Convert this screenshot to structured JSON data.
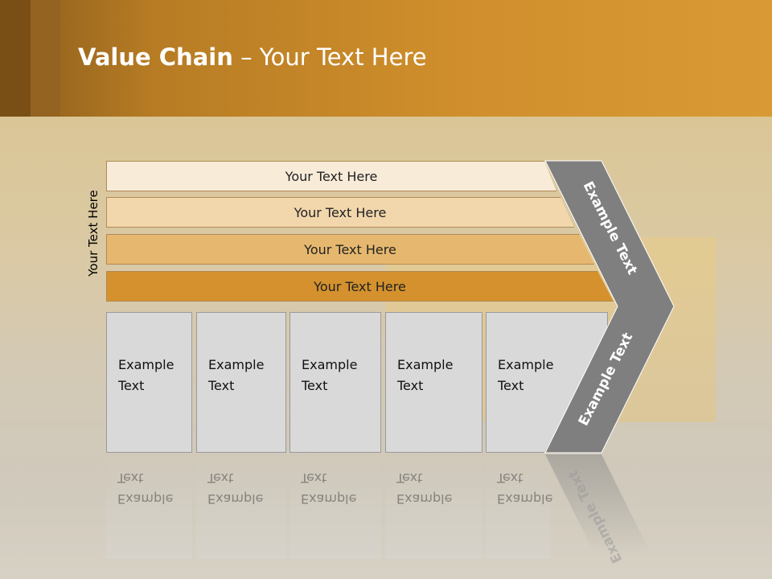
{
  "title": {
    "bold": "Value Chain",
    "rest": " – Your Text Here"
  },
  "vertical_label": "Your Text Here",
  "bars": [
    {
      "label": "Your Text Here",
      "color": "#f8ecd9"
    },
    {
      "label": "Your Text Here",
      "color": "#f2d7ac"
    },
    {
      "label": "Your Text Here",
      "color": "#e6b86f"
    },
    {
      "label": "Your Text Here",
      "color": "#d4912d"
    }
  ],
  "boxes": [
    {
      "line1": "Example",
      "line2": "Text"
    },
    {
      "line1": "Example",
      "line2": "Text"
    },
    {
      "line1": "Example",
      "line2": "Text"
    },
    {
      "line1": "Example",
      "line2": "Text"
    },
    {
      "line1": "Example",
      "line2": "Text"
    }
  ],
  "chevron": {
    "upper": "Example Text",
    "lower": "Example Text",
    "color": "#7f7f7f"
  }
}
